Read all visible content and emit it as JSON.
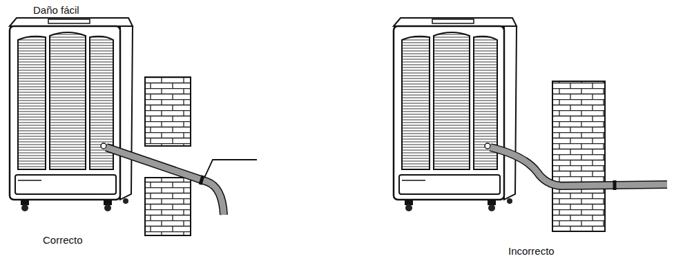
{
  "diagram": {
    "labels": [
      "Daño fácil",
      "Correcto",
      "Incorrecto"
    ]
  }
}
